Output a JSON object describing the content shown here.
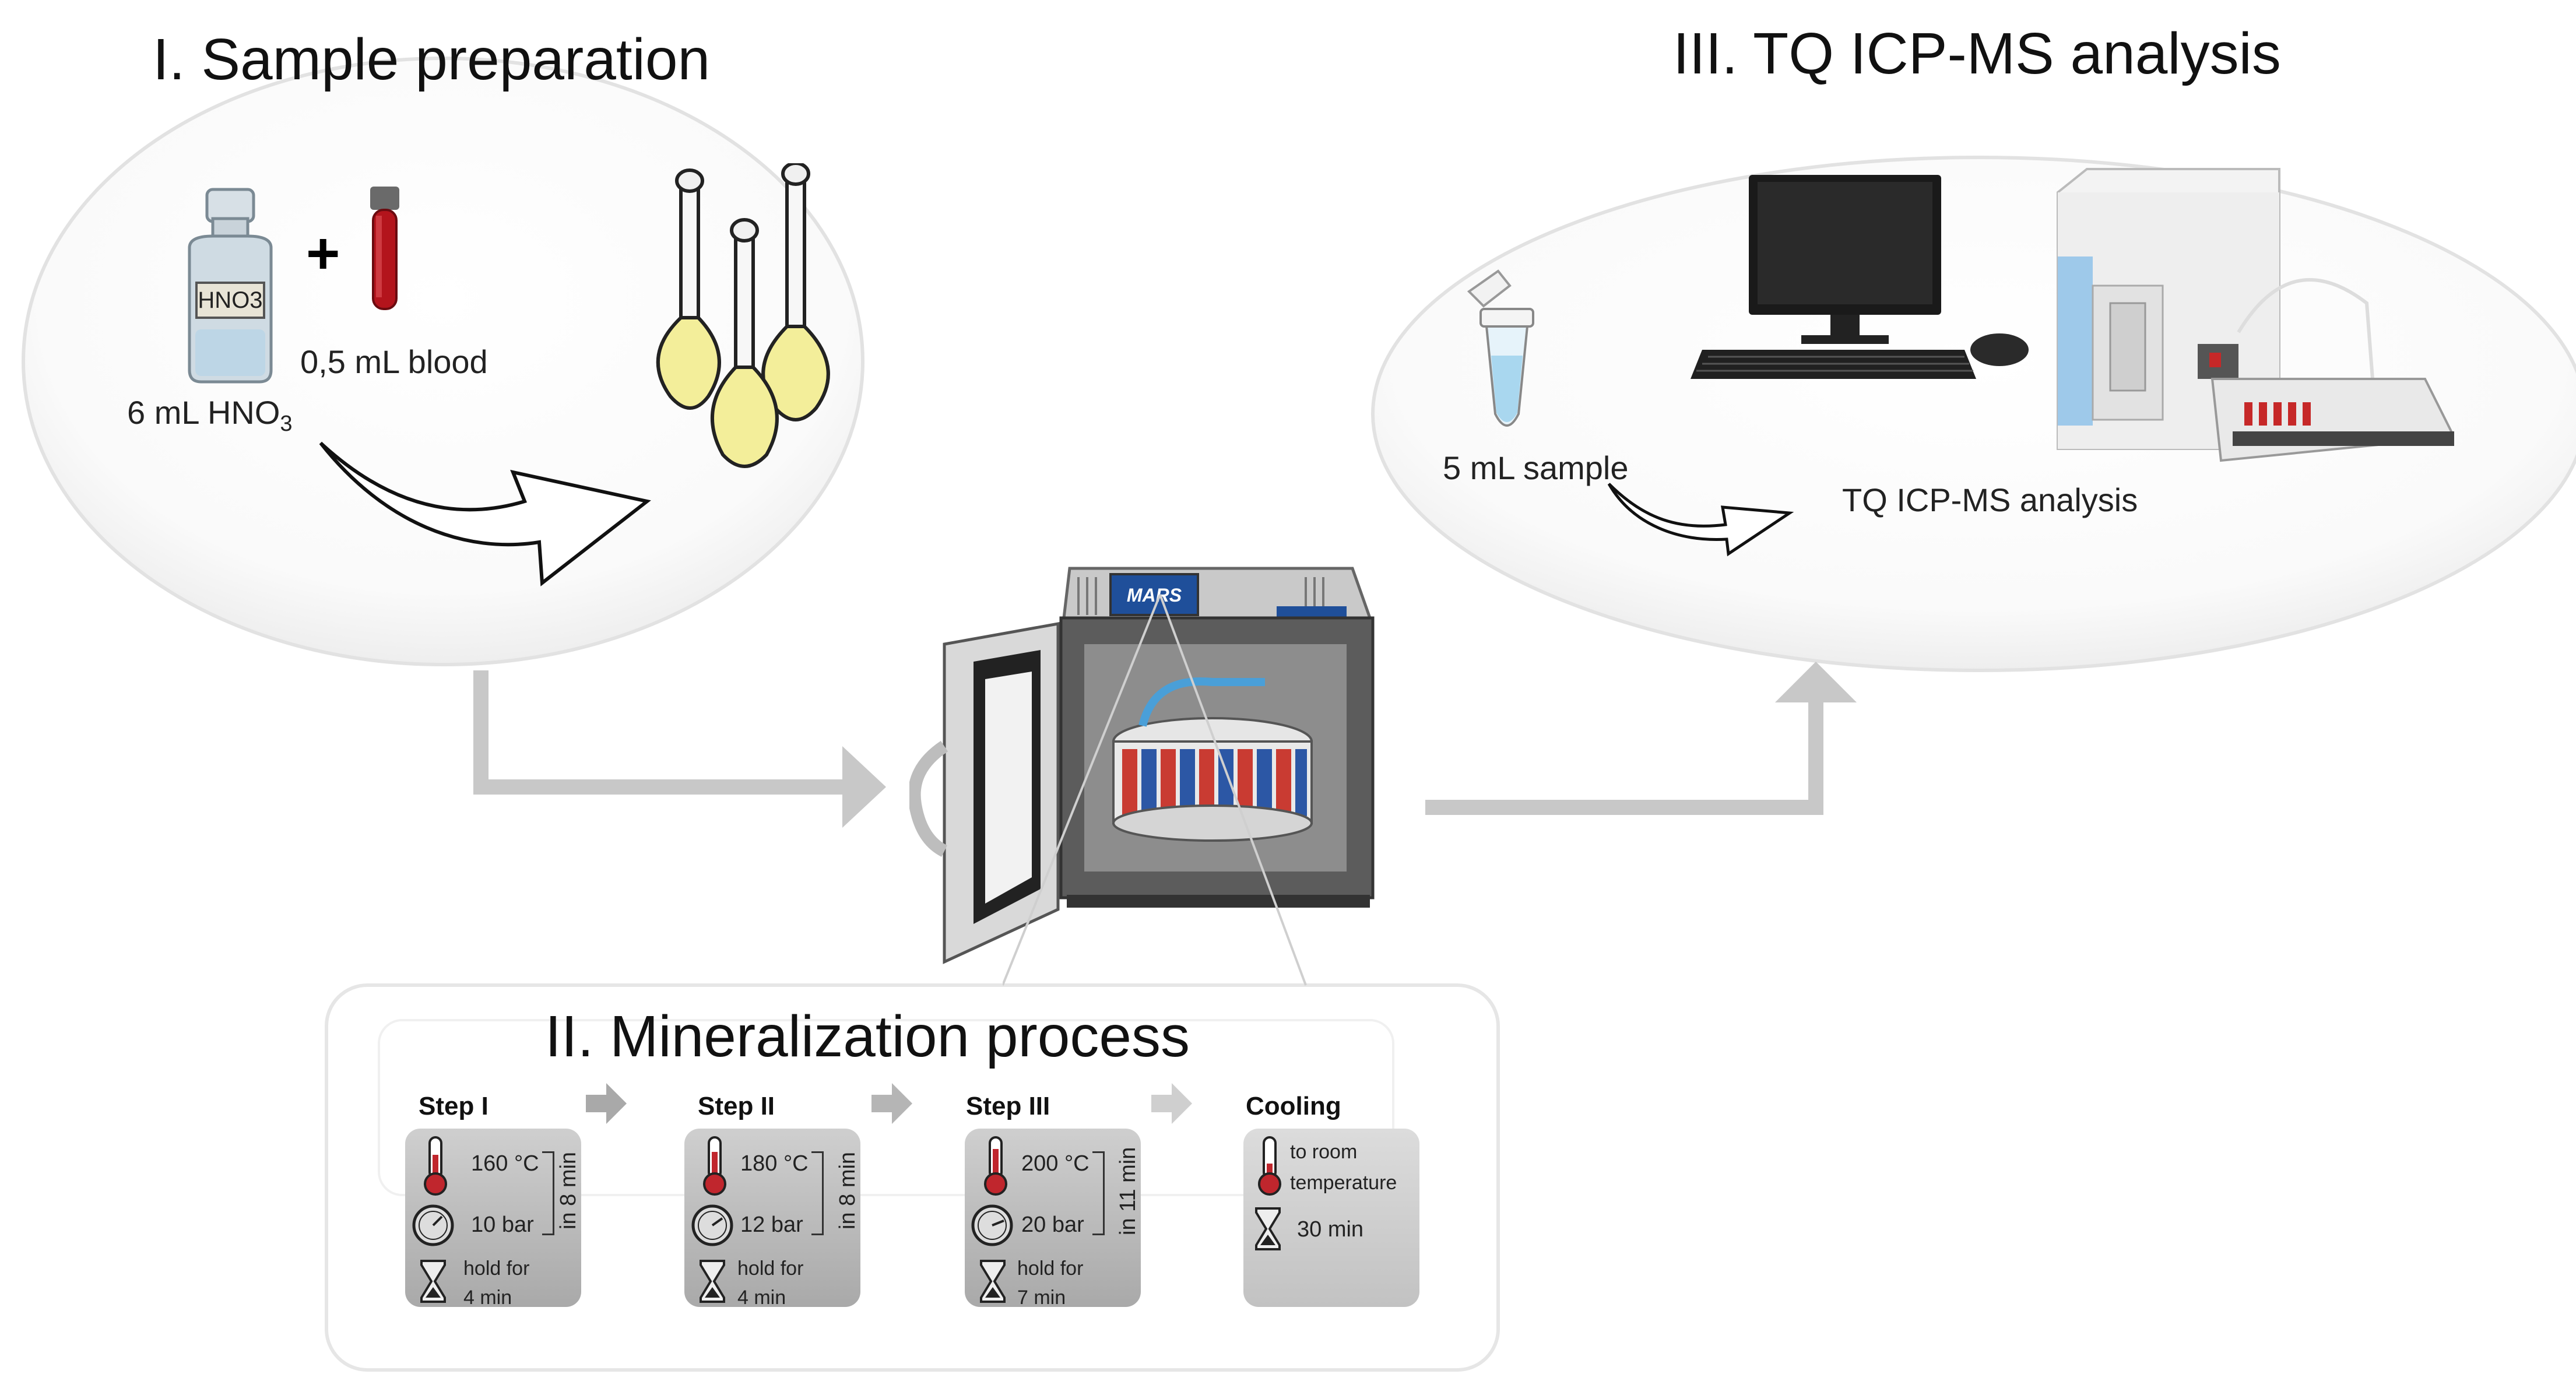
{
  "titles": {
    "section1": "I. Sample preparation",
    "section2": "II. Mineralization process",
    "section3": "III. TQ ICP-MS analysis"
  },
  "prep": {
    "bottle_label": "HNO3",
    "plus": "+",
    "blood_label": "0,5 mL blood",
    "acid_label_main": "6 mL HNO",
    "acid_label_sub": "3"
  },
  "analysis": {
    "sample_label": "5 mL sample",
    "analysis_label": "TQ ICP-MS analysis"
  },
  "oven": {
    "screen_text": "MARS"
  },
  "steps": [
    {
      "title": "Step I",
      "temp": "160 °C",
      "pressure": "10 bar",
      "ramp": "in 8 min",
      "hold": "hold for",
      "hold_time": "4 min"
    },
    {
      "title": "Step II",
      "temp": "180 °C",
      "pressure": "12 bar",
      "ramp": "in 8 min",
      "hold": "hold for",
      "hold_time": "4 min"
    },
    {
      "title": "Step III",
      "temp": "200 °C",
      "pressure": "20 bar",
      "ramp": "in 11 min",
      "hold": "hold for",
      "hold_time": "7 min"
    }
  ],
  "cooling": {
    "title": "Cooling",
    "line1": "to room",
    "line2": "temperature",
    "time": "30 min"
  },
  "colors": {
    "flow_arrow": "#c8c8c8",
    "card_fill": "#b8b8b8",
    "thermometer_red": "#c0262d",
    "flask_fill": "#f3ee9a",
    "tube_blue": "#a9d7ef"
  }
}
